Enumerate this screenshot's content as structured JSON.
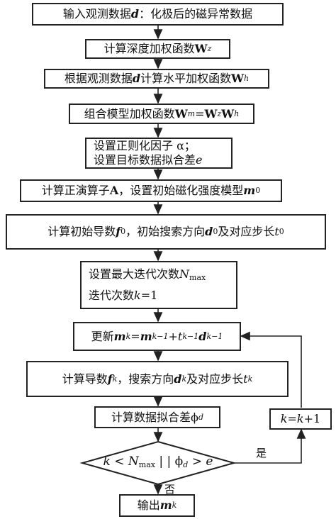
{
  "steps": {
    "s1": {
      "text": "输入观测数据",
      "var": "d",
      "rest": "：化极后的磁异常数据"
    },
    "s2": {
      "text": "计算深度加权函数",
      "var": "W",
      "sub": "z"
    },
    "s3": {
      "pre": "根据观测数据",
      "var": "d",
      "mid": "计算水平加权函数",
      "w": "W",
      "sub": "h"
    },
    "s4": {
      "pre": "组合模型加权函数",
      "w": "W",
      "sub_m": "m",
      "eq": "=",
      "w2": "W",
      "sub_z": "z",
      "w3": "W",
      "sub_h": "h"
    },
    "s5": {
      "line1": "设置正则化因子 α；",
      "line2_pre": "设置目标数据拟合差",
      "line2_var": "e"
    },
    "s6": {
      "pre": "计算正演算子",
      "A": "A",
      "mid": "，设置初始磁化强度模型",
      "m": "m",
      "sub": "0"
    },
    "s7": {
      "pre": "计算初始导数 ",
      "f": "f",
      "sub_f": "0",
      "mid1": "，初始搜索方向 ",
      "d": "d",
      "sub_d": "0",
      "mid2": " 及对应步长 ",
      "t": "t",
      "sub_t": "0"
    },
    "s8": {
      "line1_pre": "设置最大迭代次数",
      "N": "N",
      "sub_N": "max",
      "line2_pre": "迭代次数",
      "k": "k",
      "line2_eq": "=1"
    },
    "s9": {
      "pre": "更新  ",
      "m": "m",
      "sub_k": "k",
      "eq": " = ",
      "m2": "m",
      "sub_k1": "k−1",
      "plus": " + ",
      "t": "t",
      "sub_t": "k−1",
      "d": "d",
      "sub_d": "k−1"
    },
    "s10": {
      "pre": "计算导数 ",
      "f": "f",
      "sub_f": "k",
      "mid1": "，搜索方向 ",
      "d": "d",
      "sub_d": "k",
      "mid2": " 及对应步长 ",
      "t": "t",
      "sub_t": "k"
    },
    "s11": {
      "pre": "计算数据拟合差 ",
      "phi": "ϕ",
      "sub": "d"
    },
    "inc": {
      "k": "k",
      "eq": "=",
      "k2": "k",
      "plus": "+1"
    },
    "cond": {
      "k": "k",
      "lt": " < ",
      "N": "N",
      "sub_N": "max",
      "or": " | | ",
      "phi": "ϕ",
      "sub": "d",
      "gt": " > ",
      "e": "e"
    },
    "out": {
      "pre": "输出 ",
      "m": "m",
      "sub": "k"
    }
  },
  "labels": {
    "yes": "是",
    "no": "否"
  }
}
